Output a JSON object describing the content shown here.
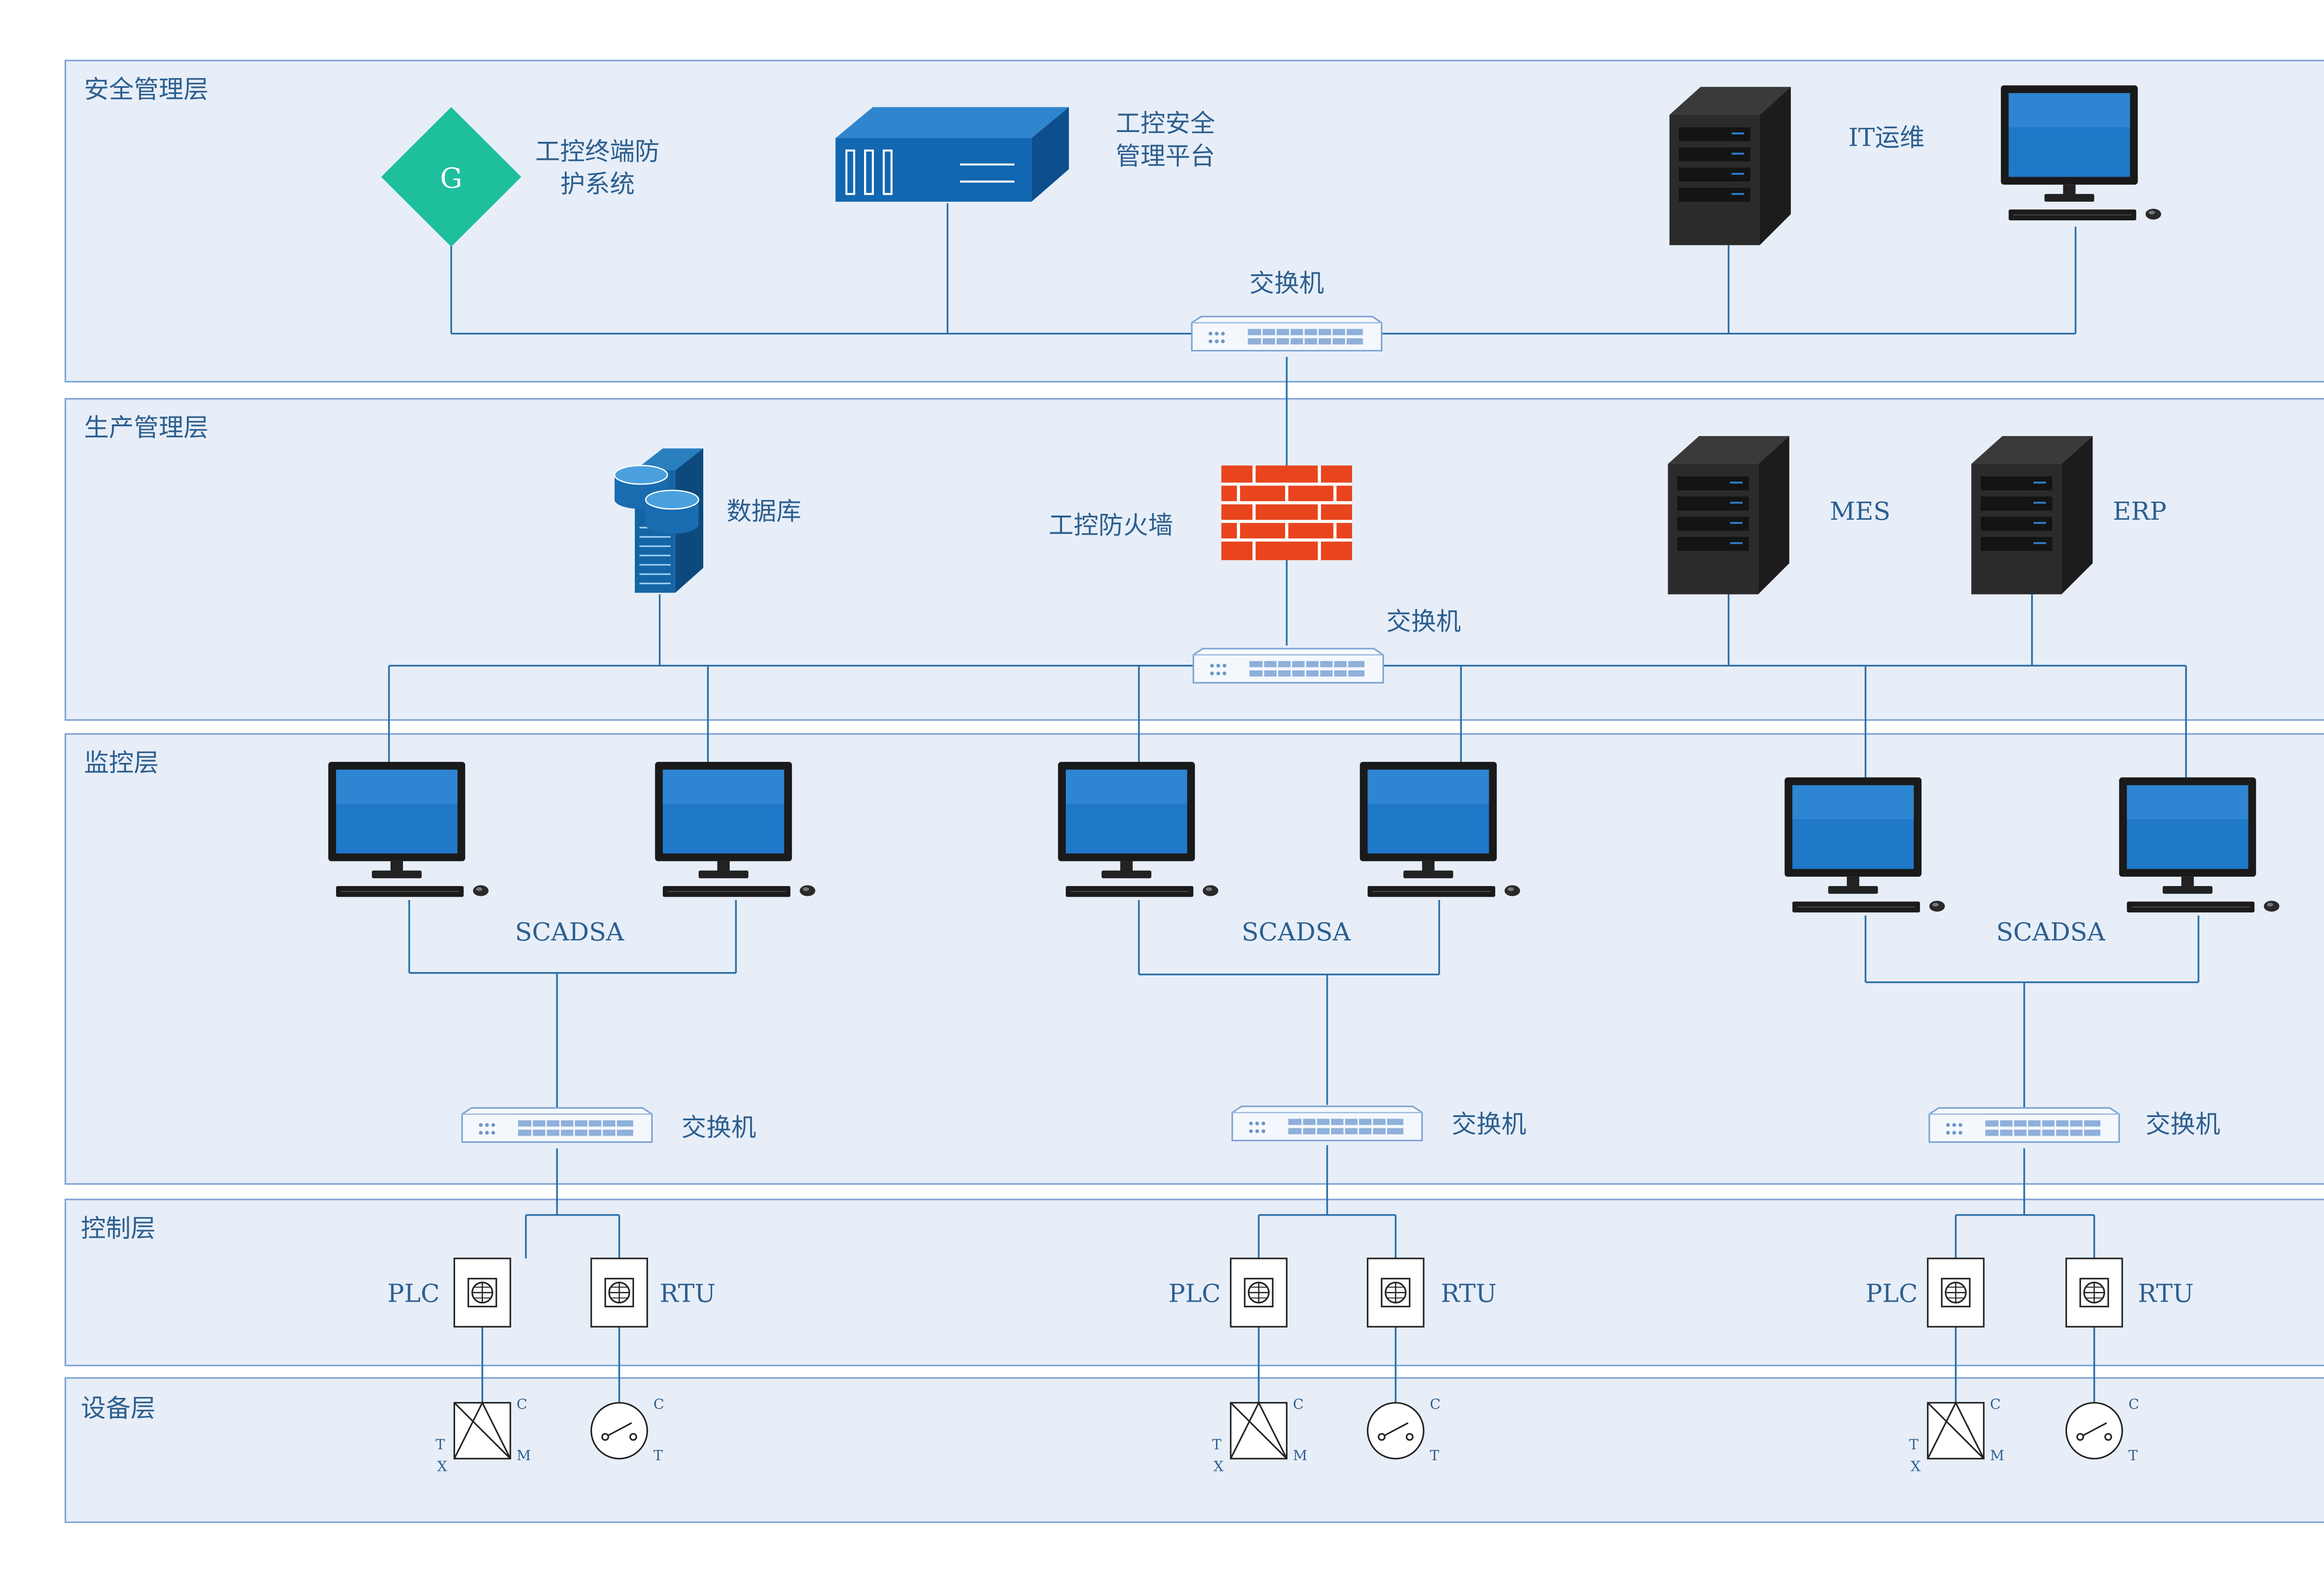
{
  "layers": {
    "security": "安全管理层",
    "production": "生产管理层",
    "monitoring": "监控层",
    "control": "控制层",
    "device": "设备层"
  },
  "security": {
    "endpoint_label_line1": "工控终端防",
    "endpoint_label_line2": "护系统",
    "endpoint_glyph": "G",
    "platform_label_line1": "工控安全",
    "platform_label_line2": "管理平台",
    "it_label": "IT运维",
    "switch_label": "交换机"
  },
  "production": {
    "database_label": "数据库",
    "firewall_label": "工控防火墙",
    "mes_label": "MES",
    "erp_label": "ERP",
    "switch_label": "交换机"
  },
  "monitoring": {
    "groups": [
      {
        "scada_label": "SCADSA",
        "switch_label": "交换机"
      },
      {
        "scada_label": "SCADSA",
        "switch_label": "交换机"
      },
      {
        "scada_label": "SCADSA",
        "switch_label": "交换机"
      }
    ]
  },
  "control": {
    "groups": [
      {
        "plc_label": "PLC",
        "rtu_label": "RTU"
      },
      {
        "plc_label": "PLC",
        "rtu_label": "RTU"
      },
      {
        "plc_label": "PLC",
        "rtu_label": "RTU"
      }
    ]
  },
  "device": {
    "transformer_letters": {
      "c": "C",
      "t": "T",
      "x": "X",
      "m": "M"
    },
    "switch_letters": {
      "c": "C",
      "t": "T"
    }
  },
  "colors": {
    "band_fill": "#e7eef8",
    "band_stroke": "#7fa3d4",
    "wire": "#2a6ea8",
    "label_text": "#2d5f8f",
    "endpoint_green": "#1dbf9d",
    "platform_blue": "#1267b1",
    "firewall_red": "#e8451e",
    "server_dark": "#2b2b2b",
    "monitor_blue": "#1f78c8"
  },
  "icons": {
    "endpoint": "diamond-shield-icon",
    "platform": "security-appliance-icon",
    "server": "tower-server-icon",
    "workstation": "desktop-computer-icon",
    "switch": "network-switch-icon",
    "database": "database-server-icon",
    "firewall": "brick-firewall-icon",
    "plc": "plc-module-icon",
    "transformer": "transformer-icon",
    "breaker": "breaker-switch-icon"
  }
}
